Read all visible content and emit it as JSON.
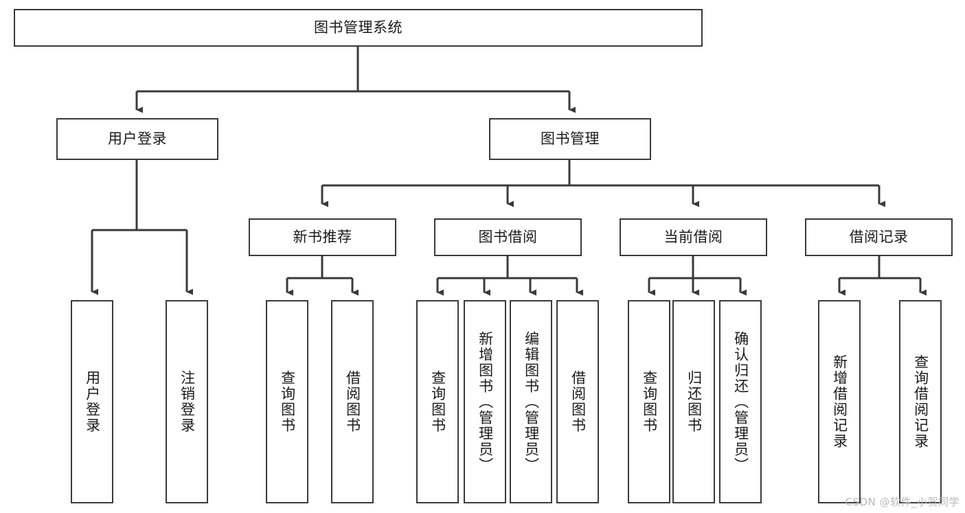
{
  "diagram": {
    "title": "图书管理系统",
    "type": "hierarchy-tree",
    "watermark": "CSDN @软件_小贺同学",
    "colors": {
      "background": "#ffffff",
      "node_border": "#3a3a3a",
      "node_fill": "#ffffff",
      "edge": "#3a3a3a",
      "text": "#1a1a1a",
      "watermark": "#b9b9b9"
    },
    "nodes": {
      "root": {
        "label": "图书管理系统"
      },
      "level1": [
        {
          "id": "user-login",
          "label": "用户登录"
        },
        {
          "id": "book-manage",
          "label": "图书管理"
        }
      ],
      "level2": [
        {
          "id": "new-book-recommend",
          "label": "新书推荐"
        },
        {
          "id": "book-borrow",
          "label": "图书借阅"
        },
        {
          "id": "current-borrow",
          "label": "当前借阅"
        },
        {
          "id": "borrow-record",
          "label": "借阅记录"
        }
      ],
      "leaves": {
        "user-login": [
          {
            "id": "leaf-user-login",
            "label": "用户登录"
          },
          {
            "id": "leaf-logout-login",
            "label": "注销登录"
          }
        ],
        "new-book-recommend": [
          {
            "id": "leaf-query-book-1",
            "label": "查询图书"
          },
          {
            "id": "leaf-borrow-book-1",
            "label": "借阅图书"
          }
        ],
        "book-borrow": [
          {
            "id": "leaf-query-book-2",
            "label": "查询图书"
          },
          {
            "id": "leaf-add-book",
            "label": "新增图书（管理员）"
          },
          {
            "id": "leaf-edit-book",
            "label": "编辑图书（管理员）"
          },
          {
            "id": "leaf-borrow-book-2",
            "label": "借阅图书"
          }
        ],
        "current-borrow": [
          {
            "id": "leaf-query-book-3",
            "label": "查询图书"
          },
          {
            "id": "leaf-return-book",
            "label": "归还图书"
          },
          {
            "id": "leaf-confirm-return",
            "label": "确认归还（管理员）"
          }
        ],
        "borrow-record": [
          {
            "id": "leaf-add-record",
            "label": "新增借阅记录"
          },
          {
            "id": "leaf-query-record",
            "label": "查询借阅记录"
          }
        ]
      }
    }
  }
}
